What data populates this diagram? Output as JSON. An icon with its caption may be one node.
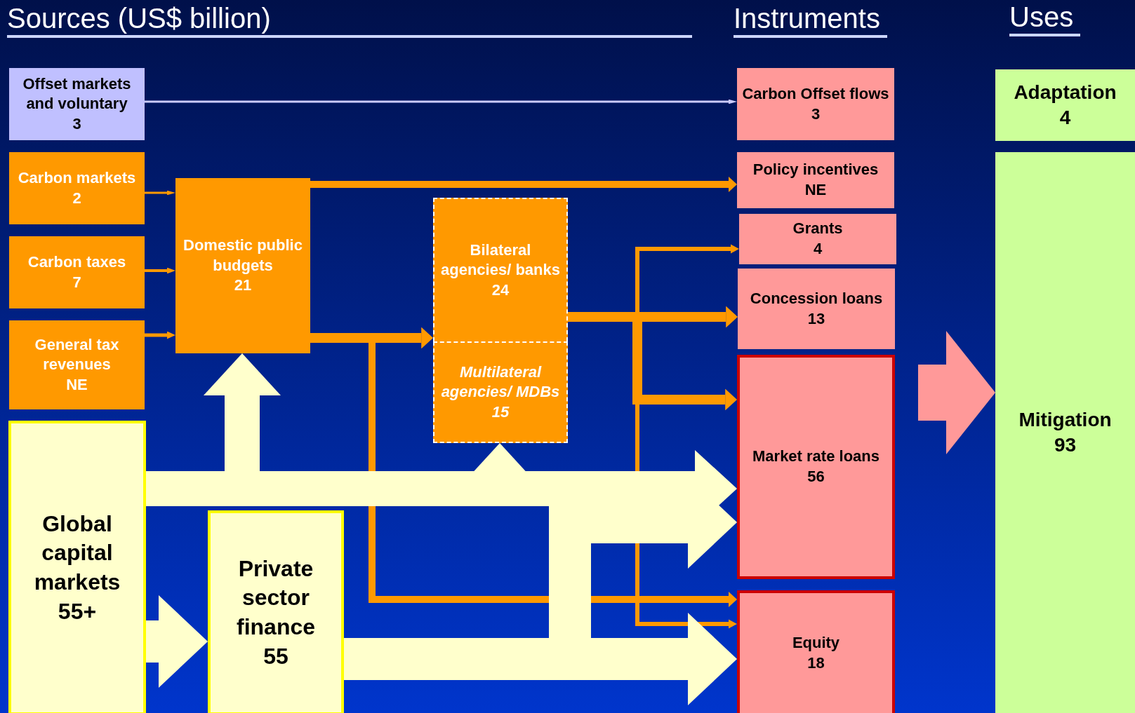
{
  "diagram": {
    "nodes": [
      {
        "text": [
          "Offset markets and voluntary",
          "3"
        ]
      },
      {
        "text": [
          "Carbon markets",
          "2"
        ]
      },
      {
        "text": [
          "Carbon taxes",
          "7"
        ]
      },
      {
        "text": [
          "General tax revenues",
          "NE"
        ]
      },
      {
        "text": [
          "Global capital markets",
          "55+"
        ]
      },
      {
        "text": [
          "Domestic public budgets",
          "21"
        ]
      },
      {
        "text": [
          "Private sector finance",
          "55"
        ]
      },
      {
        "text": [
          "Bilateral agencies/ banks",
          "24"
        ]
      },
      {
        "text": [
          "Multilateral agencies/ MDBs",
          "15"
        ]
      },
      {
        "text": [
          "Carbon Offset flows",
          "3"
        ]
      },
      {
        "text": [
          "Policy incentives",
          "NE"
        ]
      },
      {
        "text": [
          "Grants",
          "4"
        ]
      },
      {
        "text": [
          "Concession loans",
          "13"
        ]
      },
      {
        "text": [
          "Market rate loans",
          "56"
        ]
      },
      {
        "text": [
          "Equity",
          "18"
        ]
      },
      {
        "text": [
          "Adaptation",
          "4"
        ]
      },
      {
        "text": [
          "Mitigation",
          "93"
        ]
      }
    ],
    "edges": [
      {
        "from": 0,
        "to": 9,
        "arrow": "to",
        "color": "#ccccff"
      },
      {
        "from": 1,
        "to": 5,
        "arrow": "to"
      },
      {
        "from": 2,
        "to": 5,
        "arrow": "to"
      },
      {
        "from": 3,
        "to": 5,
        "arrow": "to"
      },
      {
        "from": 5,
        "to": 10,
        "arrow": "to"
      },
      {
        "from": 5,
        "to": 7,
        "arrow": "to"
      },
      {
        "from": 5,
        "to": 14,
        "arrow": "to"
      },
      {
        "from": 7,
        "to": 11,
        "arrow": "to"
      },
      {
        "from": 7,
        "to": 12,
        "arrow": "to"
      },
      {
        "from": 7,
        "to": 13,
        "arrow": "to"
      },
      {
        "from": 7,
        "to": 14,
        "arrow": "to"
      },
      {
        "from": 4,
        "to": 5,
        "arrow": "to",
        "style": "thick",
        "color": "#ffffcc"
      },
      {
        "from": 4,
        "to": 8,
        "arrow": "to",
        "style": "thick",
        "color": "#ffffcc"
      },
      {
        "from": 4,
        "to": 13,
        "arrow": "to",
        "style": "thick",
        "color": "#ffffcc"
      },
      {
        "from": 4,
        "to": 6,
        "arrow": "to",
        "style": "thick",
        "color": "#ffffcc"
      },
      {
        "from": 6,
        "to": 13,
        "arrow": "to",
        "style": "thick",
        "color": "#ffffcc"
      },
      {
        "from": 6,
        "to": 14,
        "arrow": "to",
        "style": "thick",
        "color": "#ffffcc"
      },
      {
        "from": null,
        "to": 16,
        "arrow": "to",
        "style": "thick",
        "color": "#ff9999"
      }
    ],
    "labels": [
      "Sources (US$ billion)",
      "Instruments",
      "Uses"
    ]
  }
}
